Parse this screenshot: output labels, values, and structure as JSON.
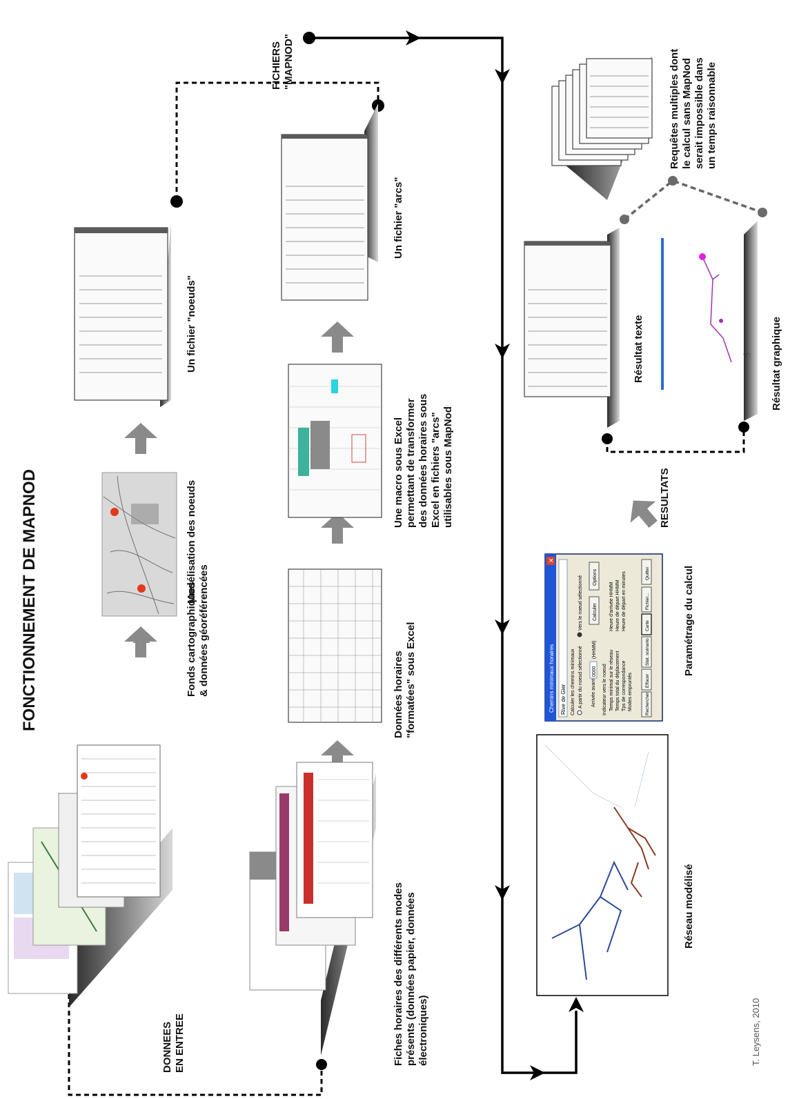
{
  "title": "FONCTIONNEMENT DE MAPNOD",
  "credit": "T. Leysens, 2010",
  "section_labels": {
    "input": [
      "DONNEES",
      "EN ENTREE"
    ],
    "mapnod_files": [
      "FICHIERS",
      "\"MAPNOD\""
    ],
    "results": "RESULTATS"
  },
  "captions": {
    "fonds": [
      "Fonds cartographiques",
      "& données géoréférencées"
    ],
    "modelisation": [
      "Modélisation des noeuds"
    ],
    "noeuds": [
      "Un fichier \"noeuds\""
    ],
    "fiches": [
      "Fiches horaires des différents modes",
      "présents (données papier, données",
      "électroniques)"
    ],
    "donnees_formatees": [
      "Données horaires",
      "\"formatées\" sous Excel"
    ],
    "macro": [
      "Une macro sous Excel",
      "permettant de transformer",
      "des données horaires sous",
      "Excel en fichiers \"arcs\"",
      "utilisables sous MapNod"
    ],
    "arcs": [
      "Un fichier \"arcs\""
    ],
    "reseau": [
      "Réseau modélisé"
    ],
    "parametrage": [
      "Paramétrage du calcul"
    ],
    "resultat_texte": [
      "Résultat texte"
    ],
    "resultat_graphique": [
      "Résultat graphique"
    ],
    "requetes": [
      "Requêtes multiples dont",
      "le calcul sans MapNod",
      "serait impossible dans",
      "un temps raisonnable"
    ]
  },
  "dialog": {
    "title": "Chemins minimaux horaires",
    "field_value": "Rive de Gier",
    "group_label": "Calculer les chemins minimaux",
    "radio_from": "A partir du noeud sélectionné",
    "radio_to": "Vers le noeud sélectionné",
    "arrival_label": "Arrivée avant :",
    "arrival_value": "0000",
    "arrival_unit": "(HHMM)",
    "btn_calculer": "Calculer",
    "btn_options": "Options",
    "indicator_label": "Indicateur vers le noeud",
    "options": [
      "Temps minimal sur le réseau",
      "Temps total du déplacement",
      "Tps de correspondance",
      "Modes empruntés"
    ],
    "options_right": [
      "Heure d'arrivée HHMM",
      "Heure de départ HHMM",
      "Heure de départ en minutes"
    ],
    "buttons_bottom": [
      "Rechercher",
      "Effacer",
      "Stat. scénario",
      "Carte",
      "Fichier...",
      "Quitter"
    ]
  }
}
